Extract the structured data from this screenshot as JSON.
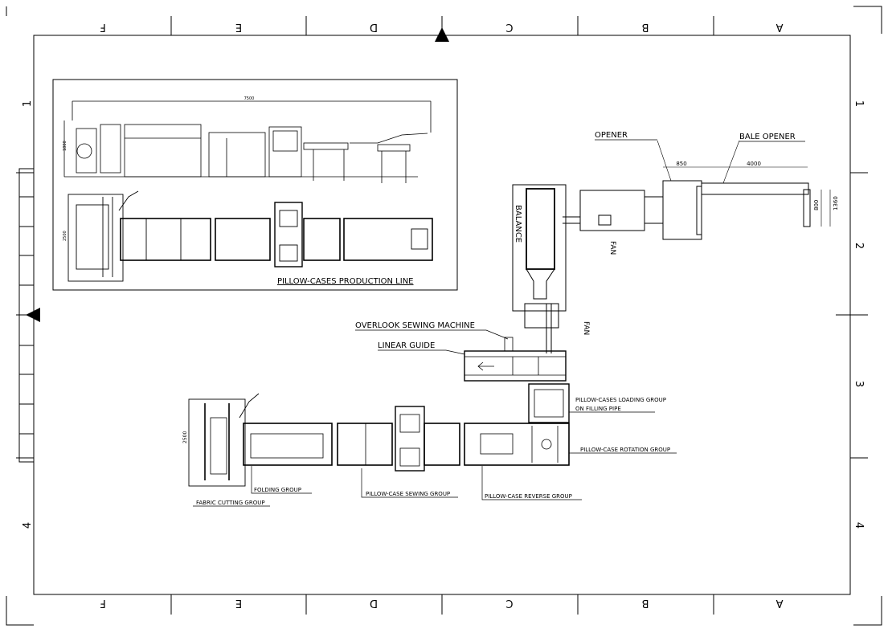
{
  "frame": {
    "top_zones": [
      "F",
      "E",
      "D",
      "C",
      "B",
      "A"
    ],
    "bottom_zones": [
      "F",
      "E",
      "D",
      "C",
      "B",
      "A"
    ],
    "left_rows": [
      "1",
      "4"
    ],
    "right_rows": [
      "1",
      "2",
      "3",
      "4"
    ]
  },
  "inset": {
    "title": "PILLOW-CASES PRODUCTION LINE",
    "dim_length": "7500",
    "dim_height": "1800",
    "dim_width": "2500"
  },
  "labels": {
    "opener": "OPENER",
    "bale_opener": "BALE OPENER",
    "balance": "BALANCE",
    "fan_top": "FAN",
    "fan_mid": "FAN",
    "overlook": "OVERLOOK SEWING MACHINE",
    "linear_guide": "LINEAR GUIDE",
    "loading_line1": "PILLOW-CASES LOADING GROUP",
    "loading_line2": "ON FILLING PIPE",
    "rotation": "PILLOW-CASE ROTATION GROUP",
    "reverse": "PILLOW-CASE REVERSE GROUP",
    "sewing": "PILLOW-CASE SEWING GROUP",
    "folding": "FOLDING GROUP",
    "cutting": "FABRIC CUTTING GROUP"
  },
  "dims": {
    "d850": "850",
    "d4000": "4000",
    "d800": "800",
    "d1360": "1360",
    "d2500": "2500"
  }
}
